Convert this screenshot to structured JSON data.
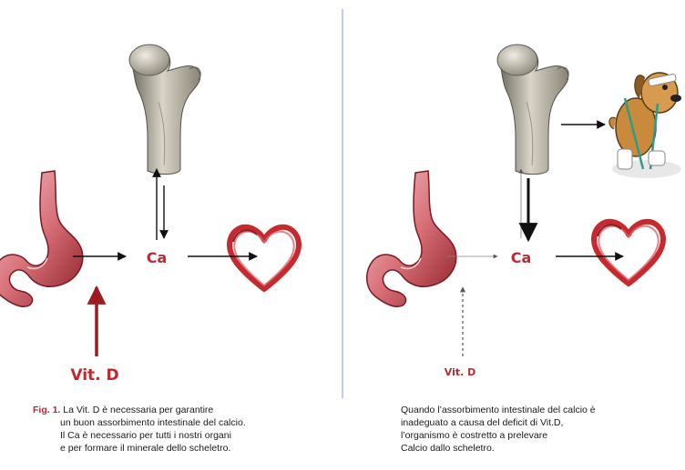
{
  "left_panel": {
    "ca_label": "Ca",
    "vitd_label": "Vit. D",
    "caption": {
      "fig_label": "Fig. 1.",
      "lines": [
        "La Vit. D è necessaria per garantire",
        "un buon assorbimento intestinale del calcio.",
        "Il Ca è necessario per tutti i nostri organi",
        "e per formare il minerale dello scheletro."
      ]
    }
  },
  "right_panel": {
    "ca_label": "Ca",
    "vitd_label": "Vit. D",
    "caption": {
      "lines": [
        "Quando l’assorbimento intestinale del calcio è",
        "inadeguato a causa del deficit di Vit.D,",
        "l’organismo è costretto a prelevare",
        "Calcio dallo scheletro."
      ]
    }
  },
  "colors": {
    "label_red": "#c0282f",
    "heart_red": "#c62a2f",
    "divider_blue": "#a9bedb",
    "arrow": "#111111"
  }
}
